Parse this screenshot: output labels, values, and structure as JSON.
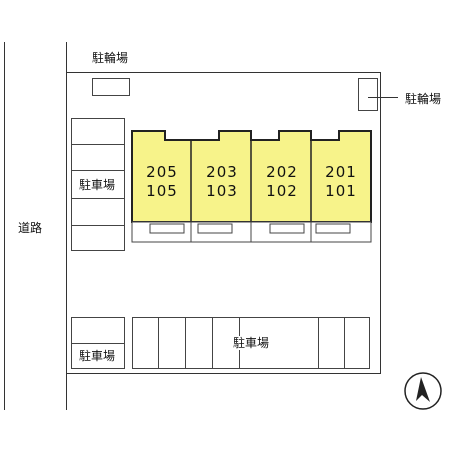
{
  "road_label": "道路",
  "bike_parking_top_label": "駐輪場",
  "bike_parking_right_label": "駐輪場",
  "parking_left_top_label": "駐車場",
  "parking_left_bottom_label": "駐車場",
  "parking_bottom_label": "駐車場",
  "units": [
    {
      "upper": "205",
      "lower": "105"
    },
    {
      "upper": "203",
      "lower": "103"
    },
    {
      "upper": "202",
      "lower": "102"
    },
    {
      "upper": "201",
      "lower": "101"
    }
  ],
  "colors": {
    "building": "#f7f38a",
    "line": "#333333"
  },
  "north_icon": "north-arrow-icon"
}
